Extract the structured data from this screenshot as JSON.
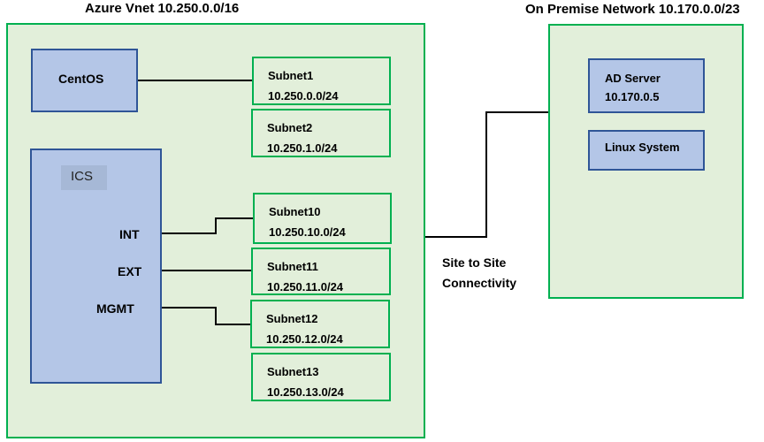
{
  "azure_vnet": {
    "title": "Azure Vnet 10.250.0.0/16",
    "centos": "CentOS",
    "ics": {
      "label": "ICS",
      "ports": [
        "INT",
        "EXT",
        "MGMT"
      ]
    },
    "subnets": [
      {
        "name": "Subnet1",
        "cidr": "10.250.0.0/24"
      },
      {
        "name": "Subnet2",
        "cidr": "10.250.1.0/24"
      },
      {
        "name": "Subnet10",
        "cidr": "10.250.10.0/24"
      },
      {
        "name": "Subnet11",
        "cidr": "10.250.11.0/24"
      },
      {
        "name": "Subnet12",
        "cidr": "10.250.12.0/24"
      },
      {
        "name": "Subnet13",
        "cidr": "10.250.13.0/24"
      }
    ]
  },
  "on_premise": {
    "title": "On Premise Network 10.170.0.0/23",
    "ad_server": {
      "name": "AD Server",
      "ip": "10.170.0.5"
    },
    "linux": "Linux System"
  },
  "link": {
    "line1": "Site to Site",
    "line2": "Connectivity"
  },
  "colors": {
    "region_fill": "#e2efda",
    "region_border": "#00b050",
    "node_fill": "#b4c6e7",
    "node_border": "#2f5597"
  }
}
